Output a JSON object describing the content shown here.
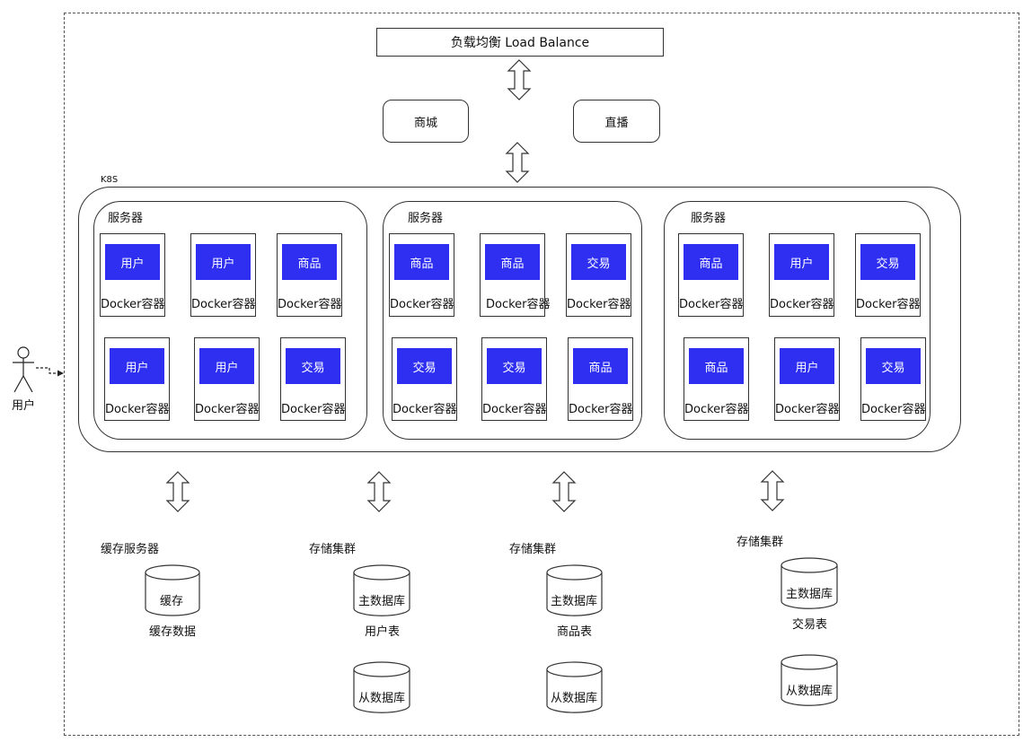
{
  "load_balancer": "负载均衡 Load Balance",
  "apps": [
    "商城",
    "直播"
  ],
  "k8s_label": "K8S",
  "servers": [
    {
      "title": "服务器",
      "containers": [
        {
          "service": "用户",
          "label": "Docker容器"
        },
        {
          "service": "用户",
          "label": "Docker容器"
        },
        {
          "service": "商品",
          "label": "Docker容器"
        },
        {
          "service": "用户",
          "label": "Docker容器"
        },
        {
          "service": "用户",
          "label": "Docker容器"
        },
        {
          "service": "交易",
          "label": "Docker容器"
        }
      ]
    },
    {
      "title": "服务器",
      "containers": [
        {
          "service": "商品",
          "label": "Docker容器"
        },
        {
          "service": "商品",
          "label": "Docker容器"
        },
        {
          "service": "交易",
          "label": "Docker容器"
        },
        {
          "service": "交易",
          "label": "Docker容器"
        },
        {
          "service": "交易",
          "label": "Docker容器"
        },
        {
          "service": "商品",
          "label": "Docker容器"
        }
      ]
    },
    {
      "title": "服务器",
      "containers": [
        {
          "service": "商品",
          "label": "Docker容器"
        },
        {
          "service": "用户",
          "label": "Docker容器"
        },
        {
          "service": "交易",
          "label": "Docker容器"
        },
        {
          "service": "商品",
          "label": "Docker容器"
        },
        {
          "service": "用户",
          "label": "Docker容器"
        },
        {
          "service": "交易",
          "label": "Docker容器"
        }
      ]
    }
  ],
  "user_label": "用户",
  "storage": [
    {
      "title": "缓存服务器",
      "db_top": "缓存",
      "caption": "缓存数据",
      "db_bottom": ""
    },
    {
      "title": "存储集群",
      "db_top": "主数据库",
      "caption": "用户表",
      "db_bottom": "从数据库"
    },
    {
      "title": "存储集群",
      "db_top": "主数据库",
      "caption": "商品表",
      "db_bottom": "从数据库"
    },
    {
      "title": "存储集群",
      "db_top": "主数据库",
      "caption": "交易表",
      "db_bottom": "从数据库"
    }
  ],
  "colors": {
    "service_box": "#2f2ff2",
    "stroke": "#333333"
  }
}
